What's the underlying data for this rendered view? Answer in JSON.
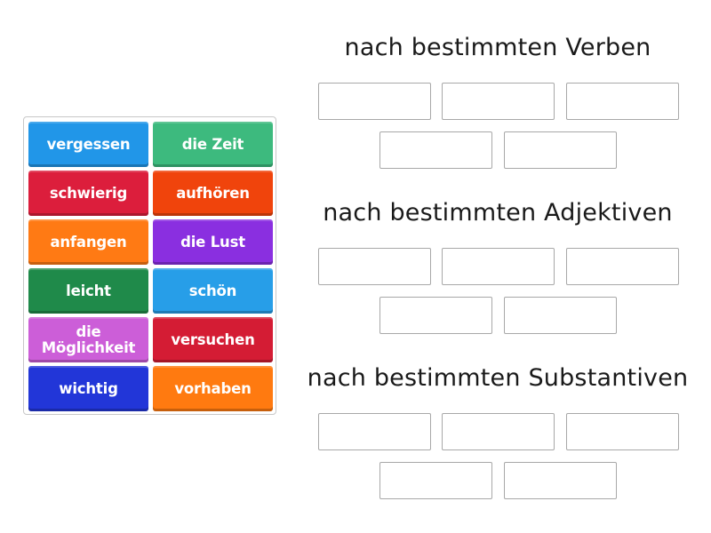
{
  "tiles": [
    {
      "label": "vergessen",
      "color": "#2196e8",
      "col": 0,
      "row": 0
    },
    {
      "label": "die Zeit",
      "color": "#3dba7e",
      "col": 1,
      "row": 0
    },
    {
      "label": "schwierig",
      "color": "#dc1e3c",
      "col": 0,
      "row": 1
    },
    {
      "label": "aufhören",
      "color": "#f0440c",
      "col": 1,
      "row": 1
    },
    {
      "label": "anfangen",
      "color": "#ff7a14",
      "col": 0,
      "row": 2
    },
    {
      "label": "die Lust",
      "color": "#8a2fe0",
      "col": 1,
      "row": 2
    },
    {
      "label": "leicht",
      "color": "#1f8a4a",
      "col": 0,
      "row": 3
    },
    {
      "label": "schön",
      "color": "#279ee8",
      "col": 1,
      "row": 3
    },
    {
      "label": "die Möglichkeit",
      "color": "#cc5ed8",
      "col": 0,
      "row": 4
    },
    {
      "label": "versuchen",
      "color": "#d41c34",
      "col": 1,
      "row": 4
    },
    {
      "label": "wichtig",
      "color": "#2236d8",
      "col": 0,
      "row": 5
    },
    {
      "label": "vorhaben",
      "color": "#ff7a10",
      "col": 1,
      "row": 5
    }
  ],
  "groups": [
    {
      "title": "nach bestimmten Verben",
      "slots": 5
    },
    {
      "title": "nach bestimmten Adjektiven",
      "slots": 5
    },
    {
      "title": "nach bestimmten Substantiven",
      "slots": 5
    }
  ]
}
